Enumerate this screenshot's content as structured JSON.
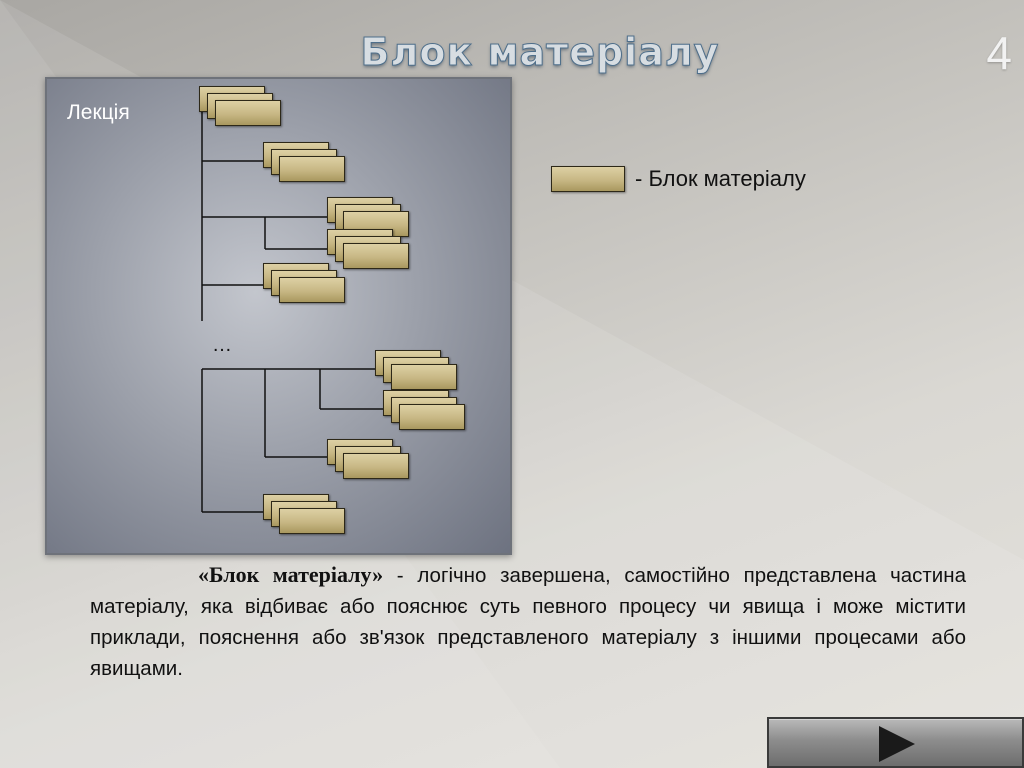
{
  "slide": {
    "title": "Блок матеріалу",
    "number": "4"
  },
  "diagram": {
    "lecture_label": "Лекція",
    "ellipsis": "…"
  },
  "legend": {
    "label": "- Блок матеріалу"
  },
  "definition": {
    "term": "«Блок матеріалу»",
    "text": " - логічно завершена, самостійно представлена частина матеріалу, яка відбиває або пояснює суть певного процесу чи явища і може містити приклади, пояснення або зв'язок представленого матеріалу з іншими процесами або явищами."
  },
  "navigation": {
    "next_icon": "play-triangle-icon"
  }
}
